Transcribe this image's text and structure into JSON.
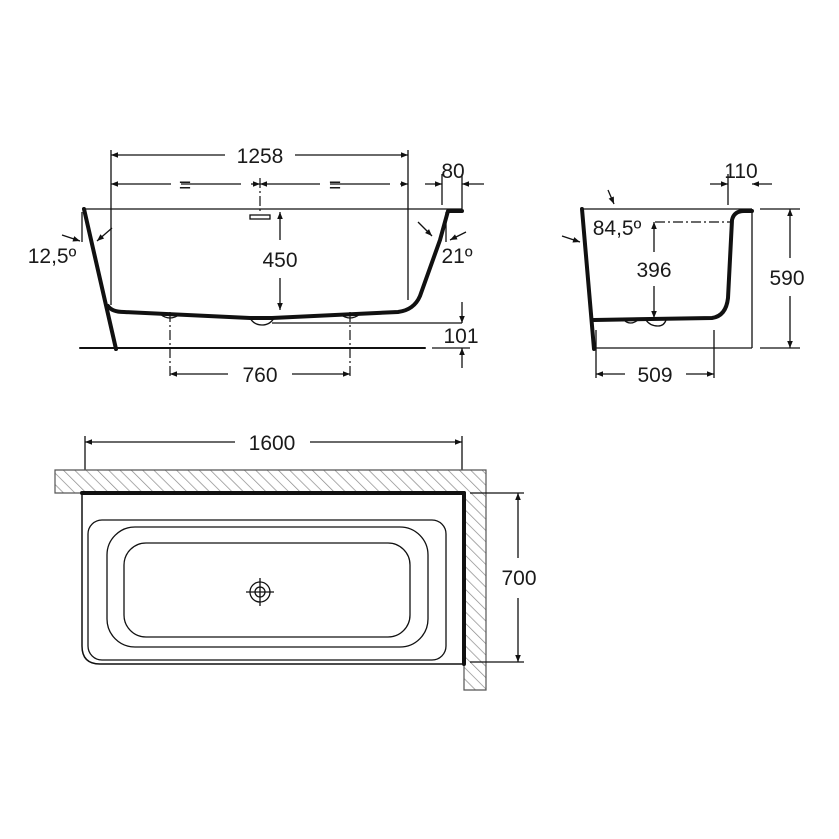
{
  "front_view": {
    "width_dimension": "1258",
    "equal_left": "=",
    "equal_right": "=",
    "rim_dimension": "80",
    "depth_dimension": "450",
    "base_height_dimension": "101",
    "feet_spacing_dimension": "760",
    "left_angle": "12,5º",
    "right_angle": "21º"
  },
  "side_view": {
    "rim_dimension": "110",
    "angle": "84,5º",
    "depth_dimension": "396",
    "height_dimension": "590",
    "base_dimension": "509"
  },
  "plan_view": {
    "length_dimension": "1600",
    "width_dimension": "700"
  },
  "colors": {
    "line": "#111111",
    "hatch": "#888888",
    "background": "#ffffff"
  }
}
